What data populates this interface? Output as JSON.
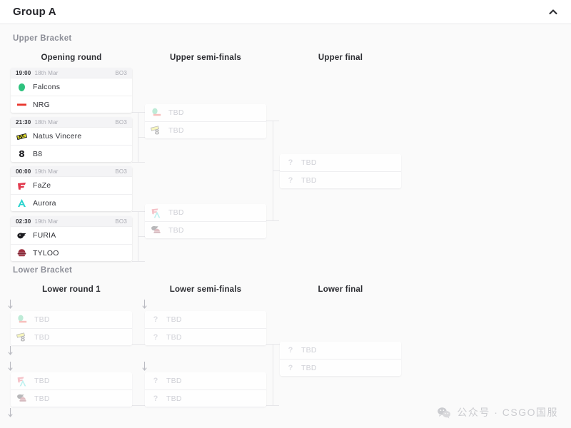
{
  "header": {
    "title": "Group A",
    "collapse_icon": "chevron-up-icon"
  },
  "sections": {
    "upper_label": "Upper Bracket",
    "lower_label": "Lower Bracket"
  },
  "rounds": {
    "opening": "Opening round",
    "upper_semis": "Upper semi-finals",
    "upper_final": "Upper final",
    "lower_round_1": "Lower round 1",
    "lower_semis": "Lower semi-finals",
    "lower_final": "Lower final"
  },
  "placeholder": {
    "tbd": "TBD",
    "question": "?"
  },
  "upper_bracket": {
    "opening_round": [
      {
        "time": "19:00",
        "date": "18th Mar",
        "format": "BO3",
        "teams": [
          {
            "name": "Falcons",
            "logo": "falcons-logo",
            "color": "#2ec27e"
          },
          {
            "name": "NRG",
            "logo": "nrg-logo",
            "color": "#e8352c"
          }
        ]
      },
      {
        "time": "21:30",
        "date": "18th Mar",
        "format": "BO3",
        "teams": [
          {
            "name": "Natus Vincere",
            "logo": "navi-logo",
            "color": "#e8e52a"
          },
          {
            "name": "B8",
            "logo": "b8-logo",
            "color": "#1b1b1f"
          }
        ]
      },
      {
        "time": "00:00",
        "date": "19th Mar",
        "format": "BO3",
        "teams": [
          {
            "name": "FaZe",
            "logo": "faze-logo",
            "color": "#e23a4e"
          },
          {
            "name": "Aurora",
            "logo": "aurora-logo",
            "color": "#2ad3cd"
          }
        ]
      },
      {
        "time": "02:30",
        "date": "19th Mar",
        "format": "BO3",
        "teams": [
          {
            "name": "FURIA",
            "logo": "furia-logo",
            "color": "#1b1b1f"
          },
          {
            "name": "TYLOO",
            "logo": "tyloo-logo",
            "color": "#9e3040"
          }
        ]
      }
    ],
    "semi_finals": [
      {
        "teams": [
          {
            "name": "TBD",
            "logo_stack": [
              "falcons-logo",
              "nrg-logo"
            ],
            "colors": [
              "#2ec27e",
              "#e8352c"
            ]
          },
          {
            "name": "TBD",
            "logo_stack": [
              "navi-logo",
              "b8-logo"
            ],
            "colors": [
              "#e8e52a",
              "#1b1b1f"
            ]
          }
        ]
      },
      {
        "teams": [
          {
            "name": "TBD",
            "logo_stack": [
              "faze-logo",
              "aurora-logo"
            ],
            "colors": [
              "#e23a4e",
              "#2ad3cd"
            ]
          },
          {
            "name": "TBD",
            "logo_stack": [
              "furia-logo",
              "tyloo-logo"
            ],
            "colors": [
              "#1b1b1f",
              "#9e3040"
            ]
          }
        ]
      }
    ],
    "final": [
      {
        "teams": [
          {
            "name": "TBD",
            "logo": "question-icon"
          },
          {
            "name": "TBD",
            "logo": "question-icon"
          }
        ]
      }
    ]
  },
  "lower_bracket": {
    "round_1": [
      {
        "teams": [
          {
            "name": "TBD",
            "logo_stack": [
              "falcons-logo",
              "nrg-logo"
            ],
            "colors": [
              "#2ec27e",
              "#e8352c"
            ]
          },
          {
            "name": "TBD",
            "logo_stack": [
              "navi-logo",
              "b8-logo"
            ],
            "colors": [
              "#e8e52a",
              "#1b1b1f"
            ]
          }
        ]
      },
      {
        "teams": [
          {
            "name": "TBD",
            "logo_stack": [
              "faze-logo",
              "aurora-logo"
            ],
            "colors": [
              "#e23a4e",
              "#2ad3cd"
            ]
          },
          {
            "name": "TBD",
            "logo_stack": [
              "furia-logo",
              "tyloo-logo"
            ],
            "colors": [
              "#1b1b1f",
              "#9e3040"
            ]
          }
        ]
      }
    ],
    "semi_finals": [
      {
        "teams": [
          {
            "name": "TBD",
            "logo": "question-icon"
          },
          {
            "name": "TBD",
            "logo": "question-icon"
          }
        ]
      },
      {
        "teams": [
          {
            "name": "TBD",
            "logo": "question-icon"
          },
          {
            "name": "TBD",
            "logo": "question-icon"
          }
        ]
      }
    ],
    "final": [
      {
        "teams": [
          {
            "name": "TBD",
            "logo": "question-icon"
          },
          {
            "name": "TBD",
            "logo": "question-icon"
          }
        ]
      }
    ]
  },
  "watermark": {
    "icon": "wechat-icon",
    "text": "公众号 · CSGO国服"
  },
  "colors": {
    "page_bg": "#fafafa",
    "card_bg": "#ffffff",
    "meta_bg": "#f4f4f6",
    "text_dark": "#2b2c31",
    "text_muted": "#a9aab2",
    "tbd_text": "#cfd0d6",
    "line": "#e6e6e9"
  }
}
